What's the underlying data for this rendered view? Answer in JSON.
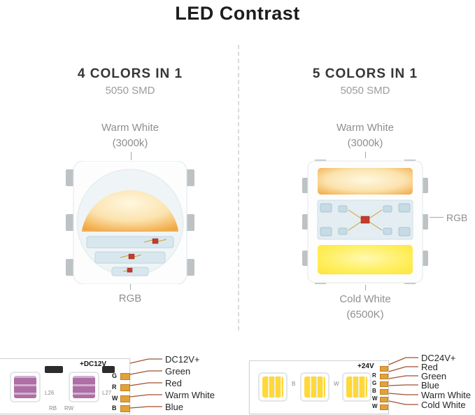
{
  "title": "LED Contrast",
  "colors": {
    "warm_white": "#f2a63e",
    "warm_white_light": "#fff6dd",
    "cold_white": "#ffe23e",
    "cold_white_light": "#fff9b0",
    "rgb_die_red": "#c43b2e",
    "pad_gold": "#e2a23b",
    "leader_line": "#a0522d",
    "label_gray": "#8f8f8f"
  },
  "left": {
    "heading": "4 COLORS IN 1",
    "subheading": "5050 SMD",
    "warm_white_label": {
      "line1": "Warm White",
      "line2": "(3000k)"
    },
    "rgb_label": "RGB",
    "strip": {
      "voltage_print": "+DC12V",
      "pad_letters": [
        "G",
        "R",
        "W",
        "B"
      ],
      "board_prints": [
        "L26",
        "L27",
        "RB",
        "RW"
      ],
      "wire_labels": [
        "DC12V+",
        "Green",
        "Red",
        "Warm White",
        "Blue"
      ]
    }
  },
  "right": {
    "heading": "5 COLORS IN 1",
    "subheading": "5050 SMD",
    "warm_white_label": {
      "line1": "Warm White",
      "line2": "(3000k)"
    },
    "rgb_label": "RGB",
    "cold_white_label": {
      "line1": "Cold White",
      "line2": "(6500K)"
    },
    "strip": {
      "voltage_print": "+24V",
      "pad_letters": [
        "R",
        "G",
        "B",
        "W",
        "W"
      ],
      "board_prints": [
        "B",
        "W"
      ],
      "wire_labels": [
        "DC24V+",
        "Red",
        "Green",
        "Blue",
        "Warm White",
        "Cold White"
      ]
    }
  }
}
